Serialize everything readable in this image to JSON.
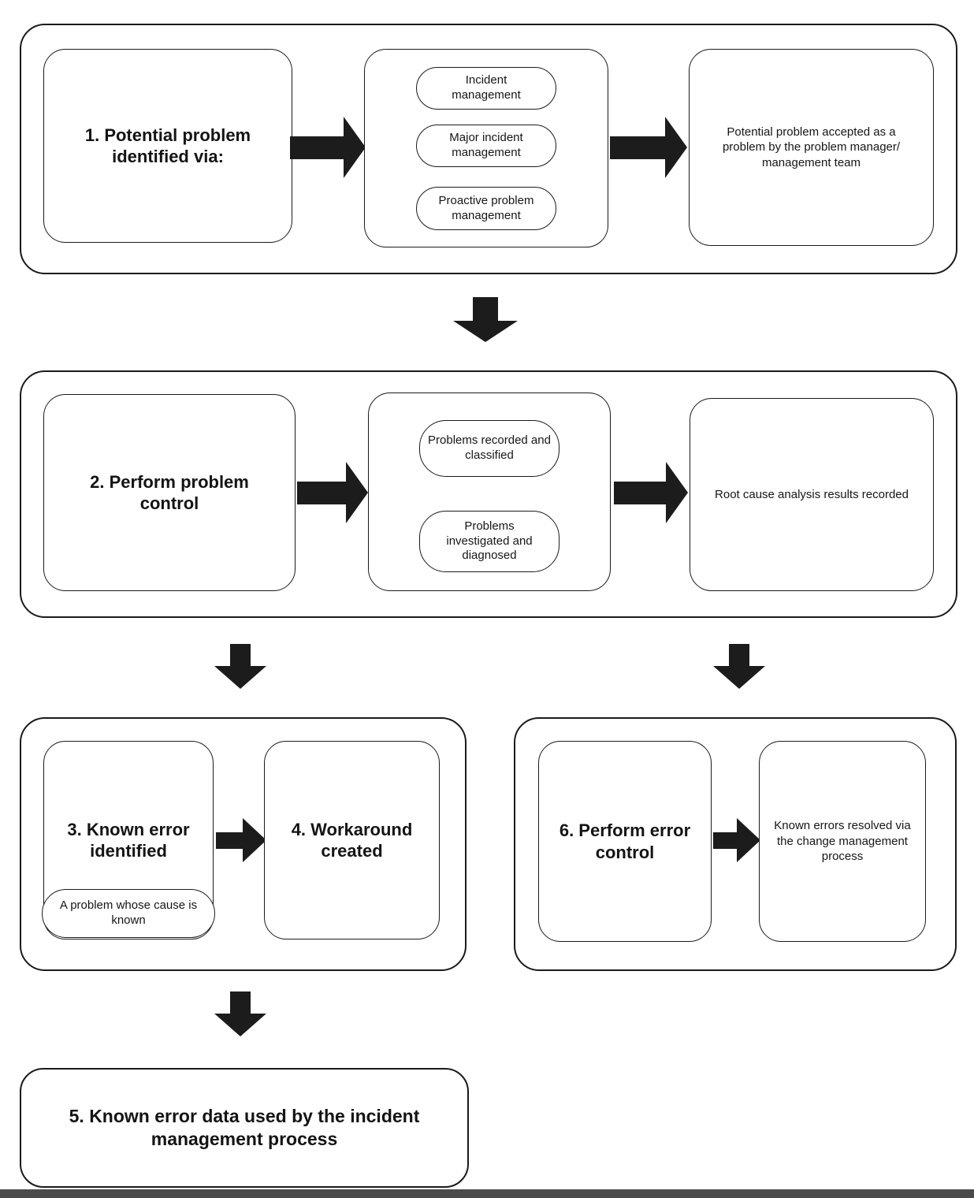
{
  "diagram": {
    "section1": {
      "title": "1. Potential problem identified via:",
      "methods": [
        "Incident management",
        "Major incident management",
        "Proactive problem management"
      ],
      "outcome": "Potential problem accepted as a problem by the problem manager/ management team"
    },
    "section2": {
      "title": "2. Perform problem control",
      "activities": [
        "Problems recorded and classified",
        "Problems investigated and diagnosed"
      ],
      "outcome": "Root cause analysis results recorded"
    },
    "section3": {
      "title": "3. Known error identified",
      "note": "A problem whose cause is known"
    },
    "section4": {
      "title": "4. Workaround created"
    },
    "section5": {
      "title": "5. Known error data used by the incident management process"
    },
    "section6": {
      "title": "6. Perform error control",
      "outcome": "Known errors resolved via the change management process"
    }
  },
  "colors": {
    "line": "#1a1a1a",
    "arrow": "#1c1c1c",
    "bottom_bar": "#4b4b4b",
    "background": "#ffffff"
  }
}
